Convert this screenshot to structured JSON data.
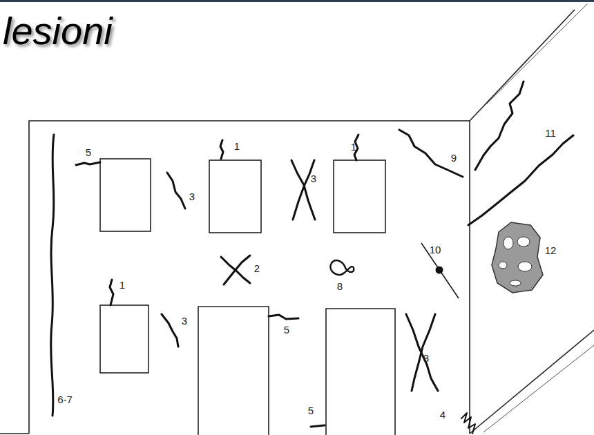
{
  "diagram": {
    "title": "lesioni",
    "labels": [
      "5",
      "1",
      "3",
      "3",
      "1",
      "9",
      "11",
      "10",
      "12",
      "2",
      "8",
      "1",
      "3",
      "5",
      "3",
      "6-7",
      "5",
      "4"
    ]
  }
}
